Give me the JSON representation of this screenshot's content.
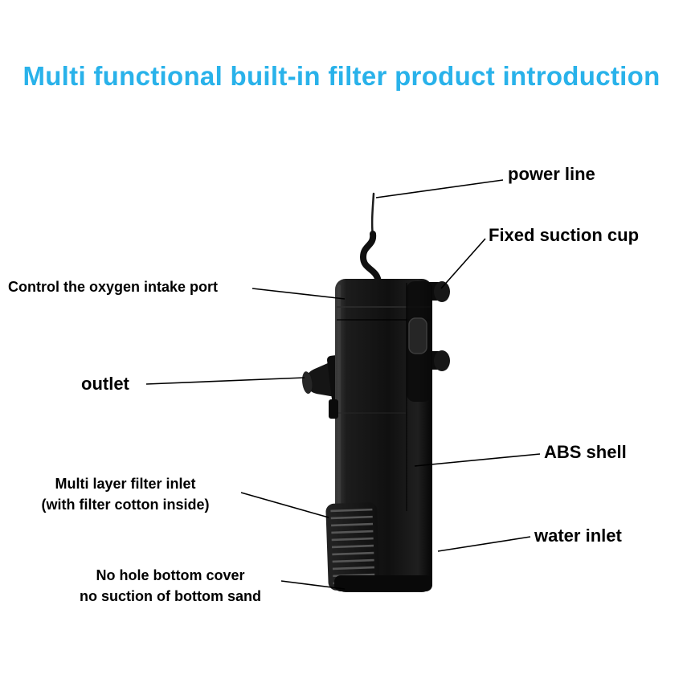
{
  "title": {
    "text": "Multi functional built-in filter product introduction",
    "color": "#29b2ea"
  },
  "callouts": {
    "power_line": {
      "label": "power line"
    },
    "fixed_suction_cup": {
      "label": "Fixed suction cup"
    },
    "oxygen_intake": {
      "label": "Control the oxygen intake port"
    },
    "outlet": {
      "label": "outlet"
    },
    "abs_shell": {
      "label": "ABS shell"
    },
    "filter_inlet": {
      "line1": "Multi layer filter inlet",
      "line2": "(with filter cotton inside)"
    },
    "water_inlet": {
      "label": "water inlet"
    },
    "bottom_cover": {
      "line1": "No hole bottom cover",
      "line2": "no suction of bottom sand"
    }
  },
  "colors": {
    "background": "#ffffff",
    "title": "#29b2ea",
    "label_text": "#000000",
    "product_body": "#141414",
    "callout_line": "#000000"
  }
}
